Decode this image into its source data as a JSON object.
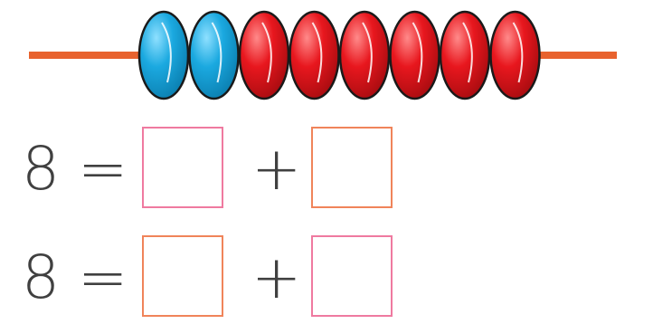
{
  "abacus": {
    "bead_counts": {
      "blue": 2,
      "red": 6
    },
    "colors": {
      "rod": "#e8622e",
      "blue_bead": "#1ba9e0",
      "red_bead": "#e8171e",
      "bead_outline": "#1a1a1a"
    }
  },
  "equations": [
    {
      "total": "8",
      "equals": "=",
      "plus": "+",
      "box_colors": [
        "#ef7aa0",
        "#f0845a"
      ]
    },
    {
      "total": "8",
      "equals": "=",
      "plus": "+",
      "box_colors": [
        "#f0845a",
        "#ef7aa0"
      ]
    }
  ]
}
